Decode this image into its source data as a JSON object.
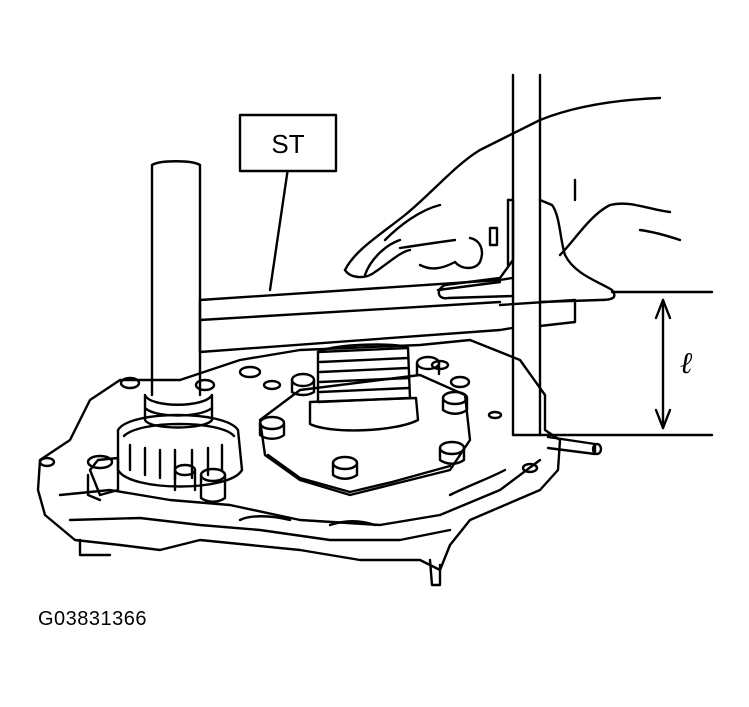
{
  "diagram": {
    "callout_label": "ST",
    "dimension_label": "ℓ",
    "figure_id": "G03831366"
  },
  "colors": {
    "line": "#000000",
    "background": "#ffffff"
  }
}
